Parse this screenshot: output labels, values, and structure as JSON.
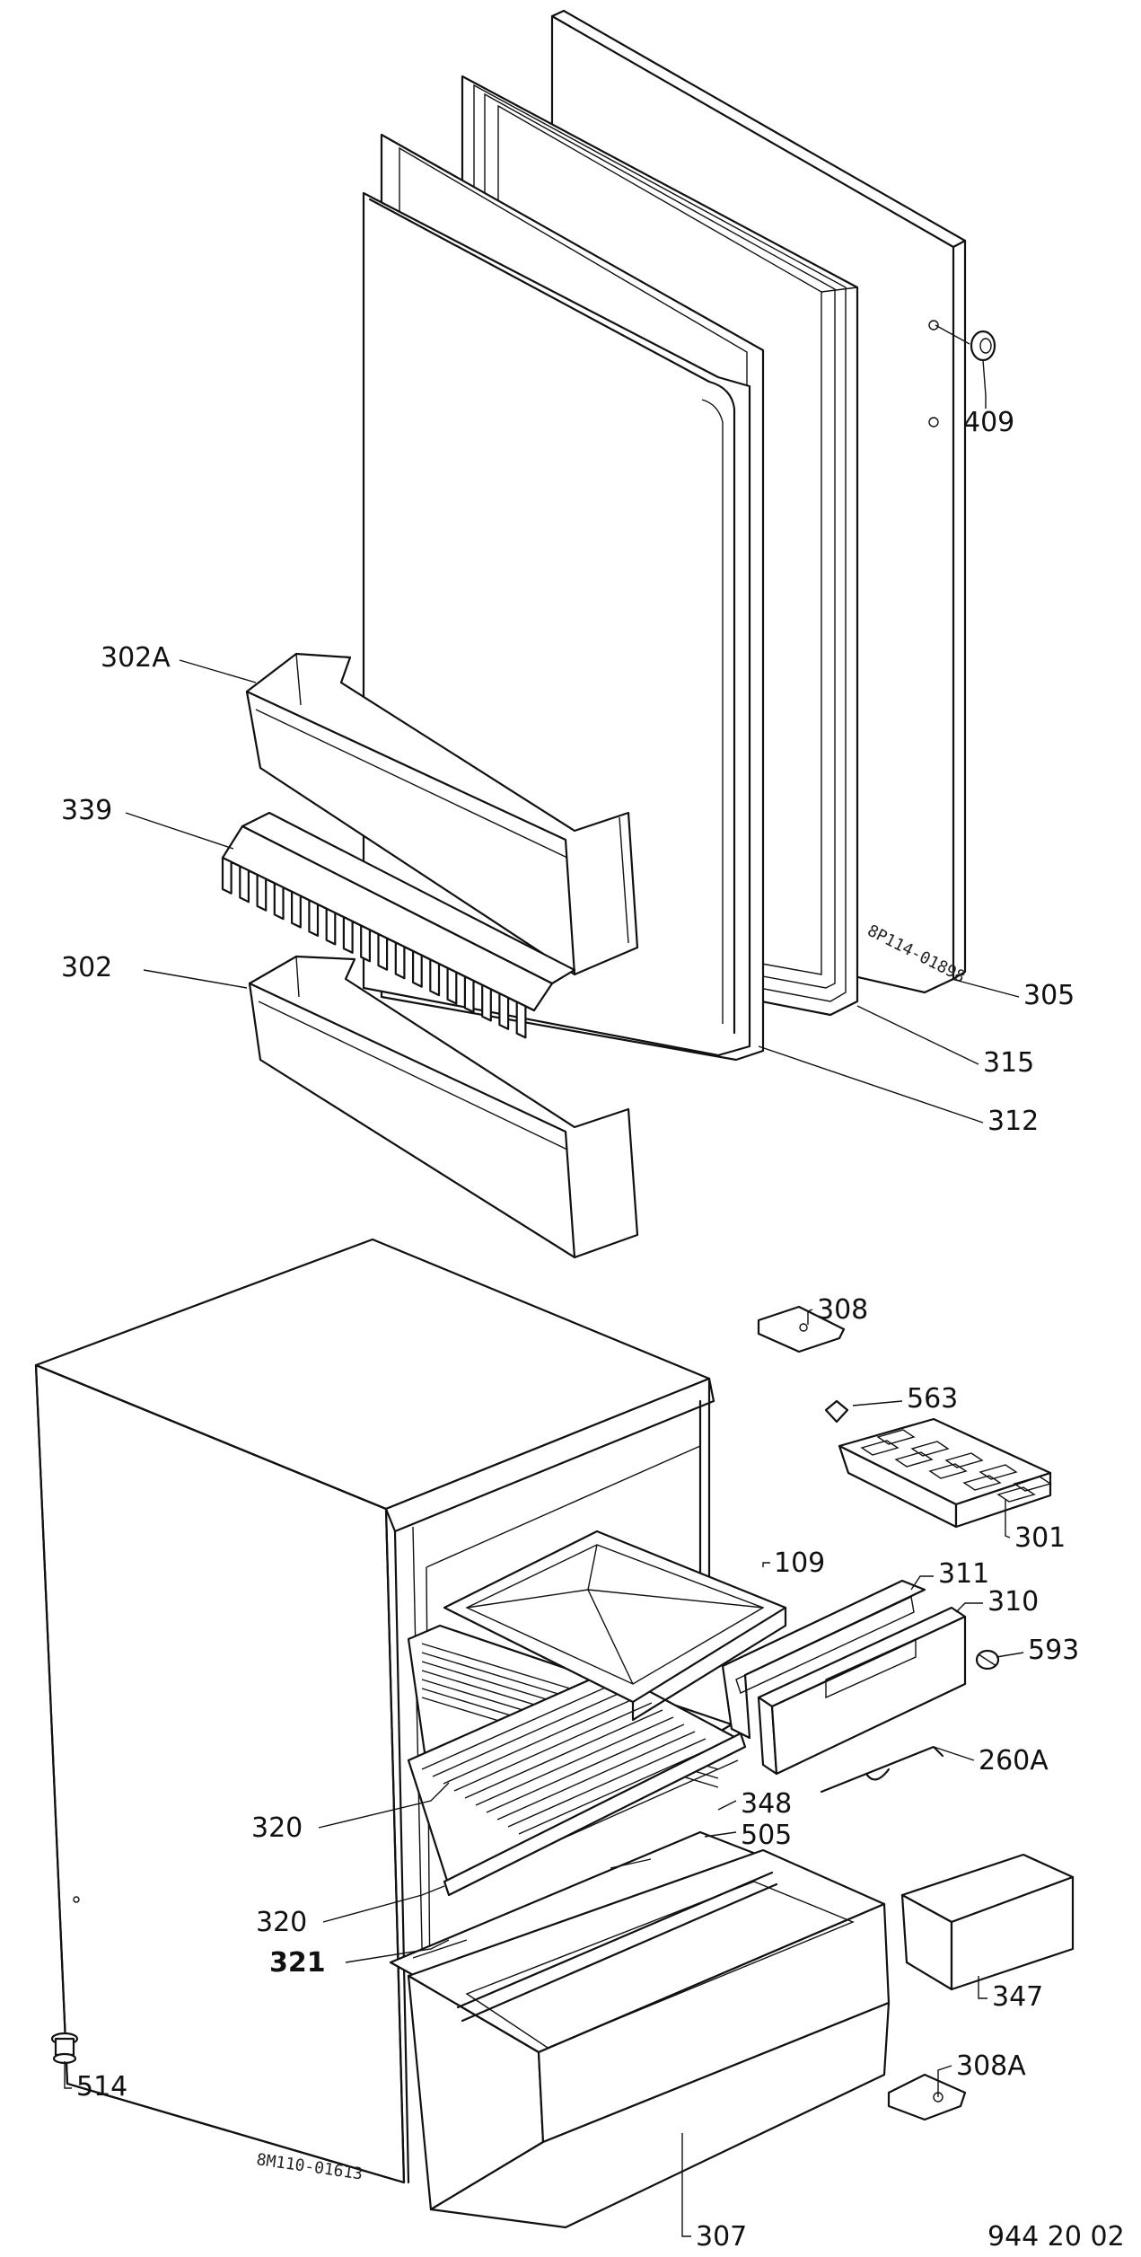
{
  "drawing_number": "944 20 02",
  "stamps": {
    "door": "8P114-01898",
    "cabinet": "8M110-01613"
  },
  "labels": {
    "l409": "409",
    "l302A": "302A",
    "l339": "339",
    "l302": "302",
    "l305": "305",
    "l315": "315",
    "l312": "312",
    "l308": "308",
    "l563": "563",
    "l301": "301",
    "l109": "109",
    "l311": "311",
    "l310": "310",
    "l593": "593",
    "l260A": "260A",
    "l320a": "320",
    "l348": "348",
    "l505": "505",
    "l320b": "320",
    "l321": "321",
    "l347": "347",
    "l514": "514",
    "l308A": "308A",
    "l307": "307"
  }
}
